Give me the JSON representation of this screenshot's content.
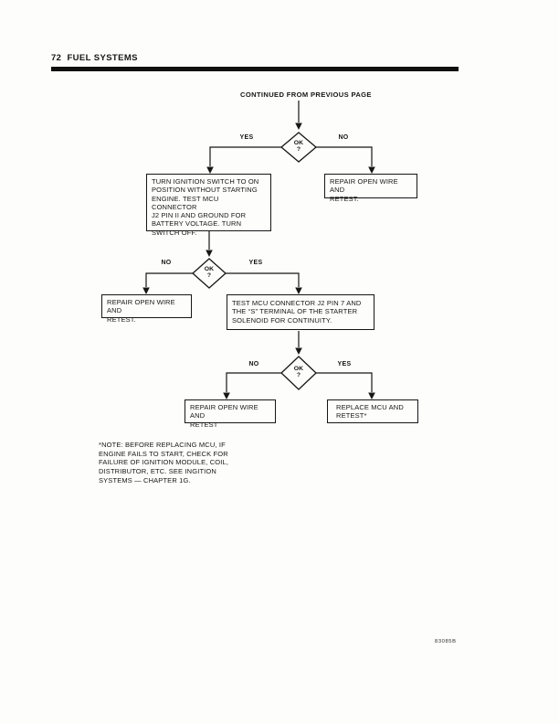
{
  "page": {
    "header": "72  FUEL SYSTEMS",
    "doc_number": "83085B"
  },
  "flowchart": {
    "continued_label": "CONTINUED FROM PREVIOUS PAGE",
    "decision_label": "OK\n?",
    "yes": "YES",
    "no": "NO",
    "boxes": {
      "ignition_test": "TURN IGNITION SWITCH TO ON\nPOSITION WITHOUT STARTING\nENGINE. TEST MCU CONNECTOR\nJ2 PIN II AND GROUND FOR\nBATTERY VOLTAGE. TURN\nSWITCH OFF.",
      "repair_open_wire_1": "REPAIR OPEN WIRE AND\nRETEST.",
      "repair_open_wire_2": "REPAIR OPEN WIRE AND\nRETEST.",
      "continuity_test": "TEST MCU CONNECTOR J2 PIN 7 AND\nTHE “S” TERMINAL OF THE STARTER\nSOLENOID FOR CONTINUITY.",
      "repair_open_wire_3": "REPAIR OPEN WIRE AND\nRETEST",
      "replace_mcu": "REPLACE MCU AND\nRETEST*"
    },
    "note": "*NOTE: BEFORE REPLACING MCU, IF\nENGINE FAILS TO START, CHECK FOR\nFAILURE OF IGNITION MODULE, COIL,\nDISTRIBUTOR, ETC. SEE INGITION\nSYSTEMS — CHAPTER 1G.",
    "colors": {
      "ink": "#161616"
    }
  }
}
